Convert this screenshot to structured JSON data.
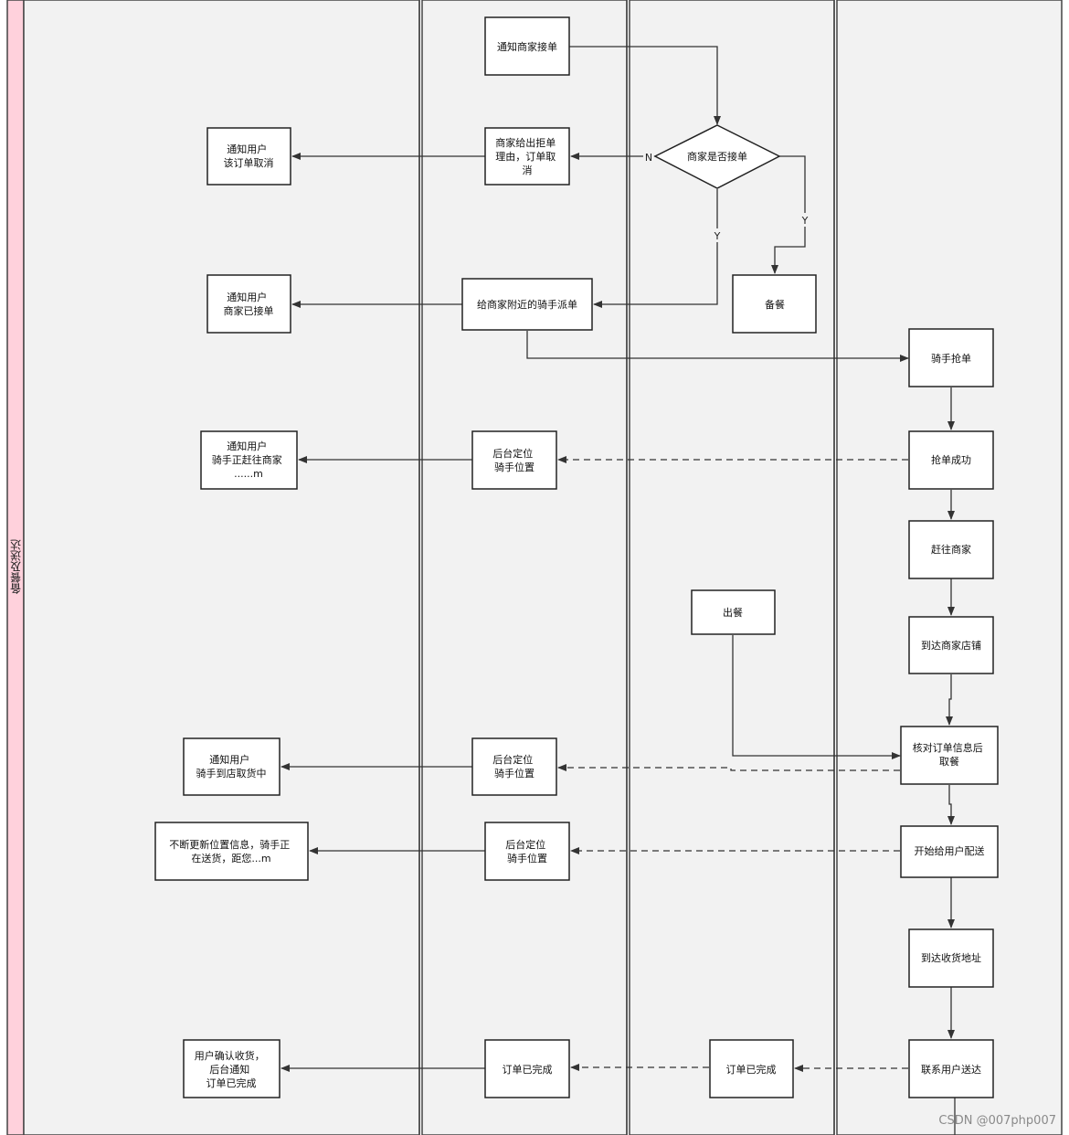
{
  "swimlane": {
    "label": "备餐及送达"
  },
  "nodes": {
    "notify_merchant": "通知商家接单",
    "merchant_reject": [
      "商家给出拒单",
      "理由，订单取",
      "消"
    ],
    "notify_user_cancel": [
      "通知用户",
      "该订单取消"
    ],
    "decision_accept": "商家是否接单",
    "prepare_food": "备餐",
    "dispatch_rider": "给商家附近的骑手派单",
    "notify_user_accepted": [
      "通知用户",
      "商家已接单"
    ],
    "rider_grab": "骑手抢单",
    "grab_success": "抢单成功",
    "locate_rider_1": [
      "后台定位",
      "骑手位置"
    ],
    "notify_user_rider_heading": [
      "通知用户",
      "骑手正赶往商家",
      "......m"
    ],
    "go_to_merchant": "赶往商家",
    "food_out": "出餐",
    "arrive_store": "到达商家店铺",
    "verify_pickup": [
      "核对订单信息后",
      "取餐"
    ],
    "locate_rider_2": [
      "后台定位",
      "骑手位置"
    ],
    "notify_user_pickup": [
      "通知用户",
      "骑手到店取货中"
    ],
    "start_delivery": "开始给用户配送",
    "locate_rider_3": [
      "后台定位",
      "骑手位置"
    ],
    "notify_user_updating": [
      "不断更新位置信息，骑手正",
      "在送货，距您...m"
    ],
    "arrive_address": "到达收货地址",
    "contact_user": "联系用户送达",
    "order_done_merchant": "订单已完成",
    "order_done_platform": "订单已完成",
    "user_confirm": [
      "用户确认收货，",
      "后台通知",
      "订单已完成"
    ]
  },
  "edge_labels": {
    "no": "N",
    "yes_down": "Y",
    "yes_right": "Y"
  },
  "watermark": "CSDN @007php007"
}
